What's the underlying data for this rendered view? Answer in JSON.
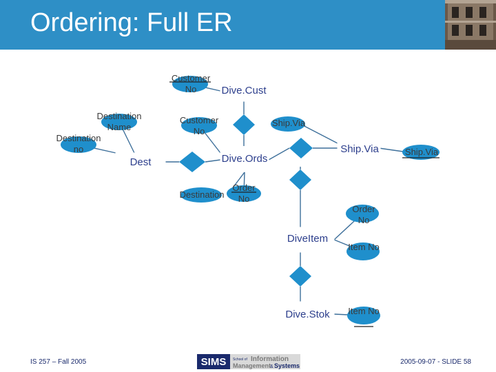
{
  "slide": {
    "title": "Ordering: Full ER",
    "footer_left": "IS 257 – Fall 2005",
    "footer_right": "2005-09-07 - SLIDE 58"
  },
  "logo": {
    "mark": "SIMS",
    "line1_prefix": "School of",
    "line1_word": "Information",
    "line2_word": "Management",
    "line2_joiner": "&",
    "line2_word2": "Systems"
  },
  "entities": {
    "dive_cust": "Dive.Cust",
    "dest": "Dest",
    "dive_ords": "Dive.Ords",
    "ship_via_entity": "Ship.Via",
    "dive_item": "DiveItem",
    "dive_stok": "Dive.Stok"
  },
  "attributes": {
    "customer_no_key": "Customer No",
    "destination_name": "Destination Name",
    "destination_no": "Destination no",
    "customer_no_fk": "Customer No",
    "ship_via_fk": "Ship.Via",
    "ship_via_key": "Ship.Via",
    "destination": "Destination",
    "order_no_key": "Order No",
    "order_no": "Order No",
    "item_no": "Item No",
    "item_no_key": "Item No"
  },
  "colors": {
    "header": "#2e8fc6",
    "ellipse": "#1f8fcc",
    "line": "#3d6f9a",
    "entity_text": "#2c3e8c"
  }
}
